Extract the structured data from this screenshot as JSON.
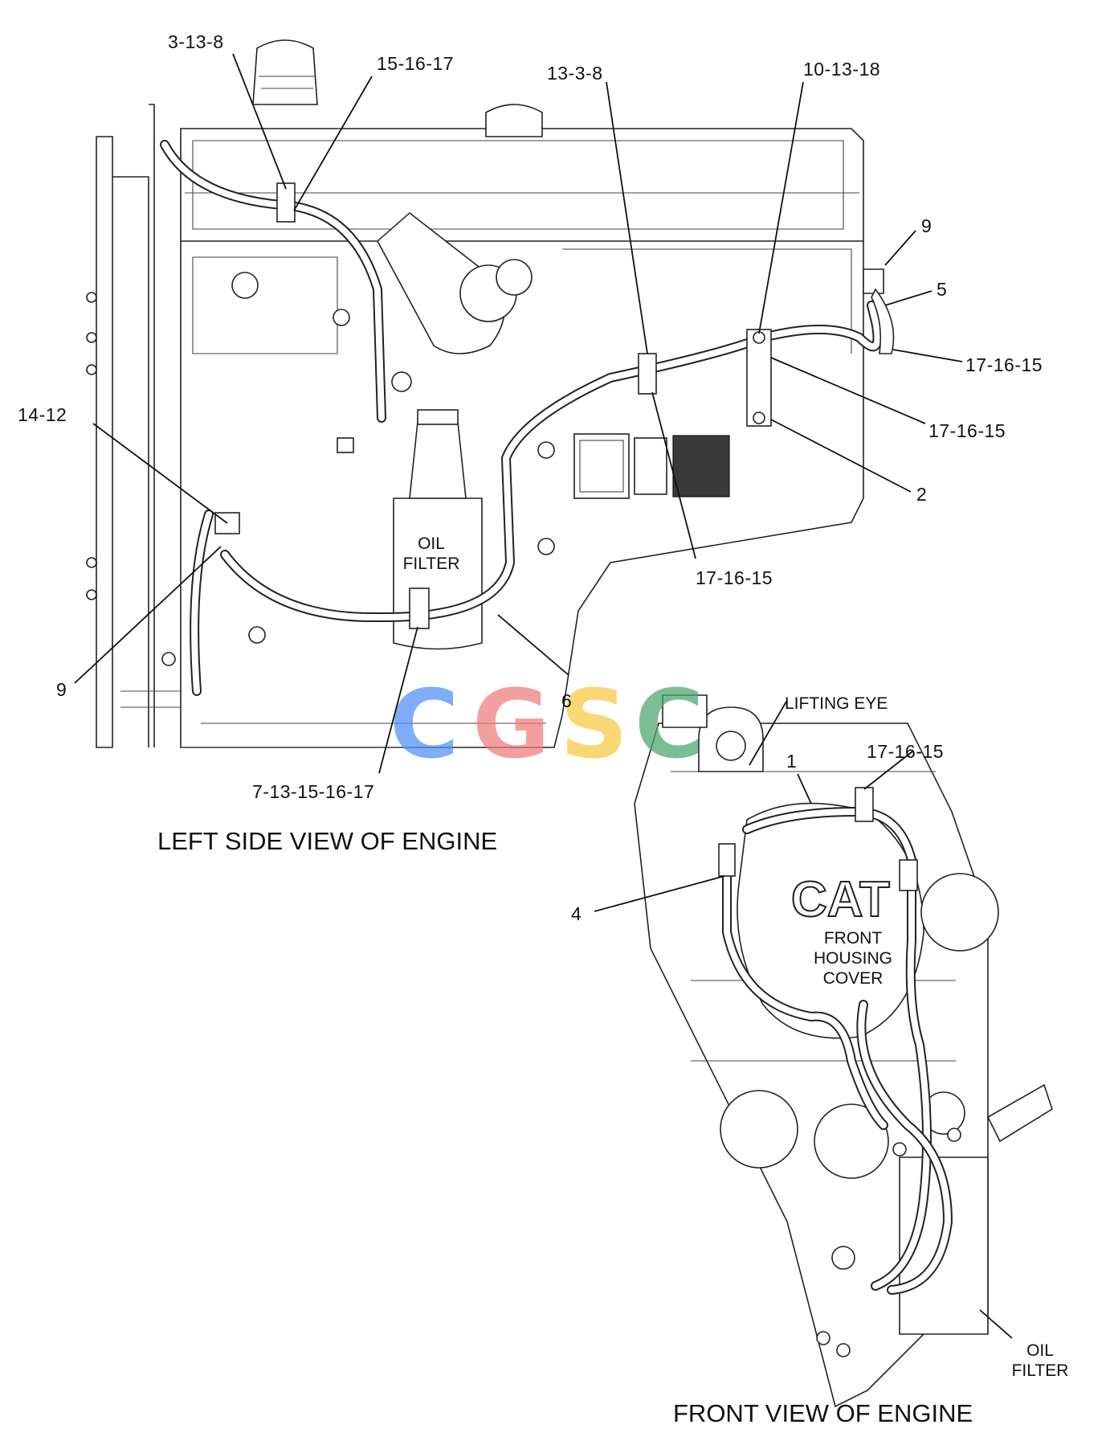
{
  "views": {
    "left_title": "LEFT SIDE VIEW OF ENGINE",
    "front_title": "FRONT VIEW OF ENGINE"
  },
  "left_labels": {
    "oil_filter": "OIL FILTER"
  },
  "front_labels": {
    "lifting_eye": "LIFTING EYE",
    "front_housing_cover": "FRONT HOUSING COVER",
    "oil_filter": "OIL FILTER",
    "logo": "CAT"
  },
  "callouts_left": [
    "3-13-8",
    "15-16-17",
    "13-3-8",
    "10-13-18",
    "9",
    "5",
    "17-16-15",
    "17-16-15",
    "2",
    "14-12",
    "17-16-15",
    "9",
    "6",
    "7-13-15-16-17"
  ],
  "callouts_front": [
    "1",
    "17-16-15",
    "4"
  ],
  "watermark": {
    "letters": [
      "C",
      "G",
      "S",
      "C"
    ],
    "colors": [
      "#4f8ef7",
      "#ef7b7b",
      "#f7c93e",
      "#49a66e"
    ]
  }
}
